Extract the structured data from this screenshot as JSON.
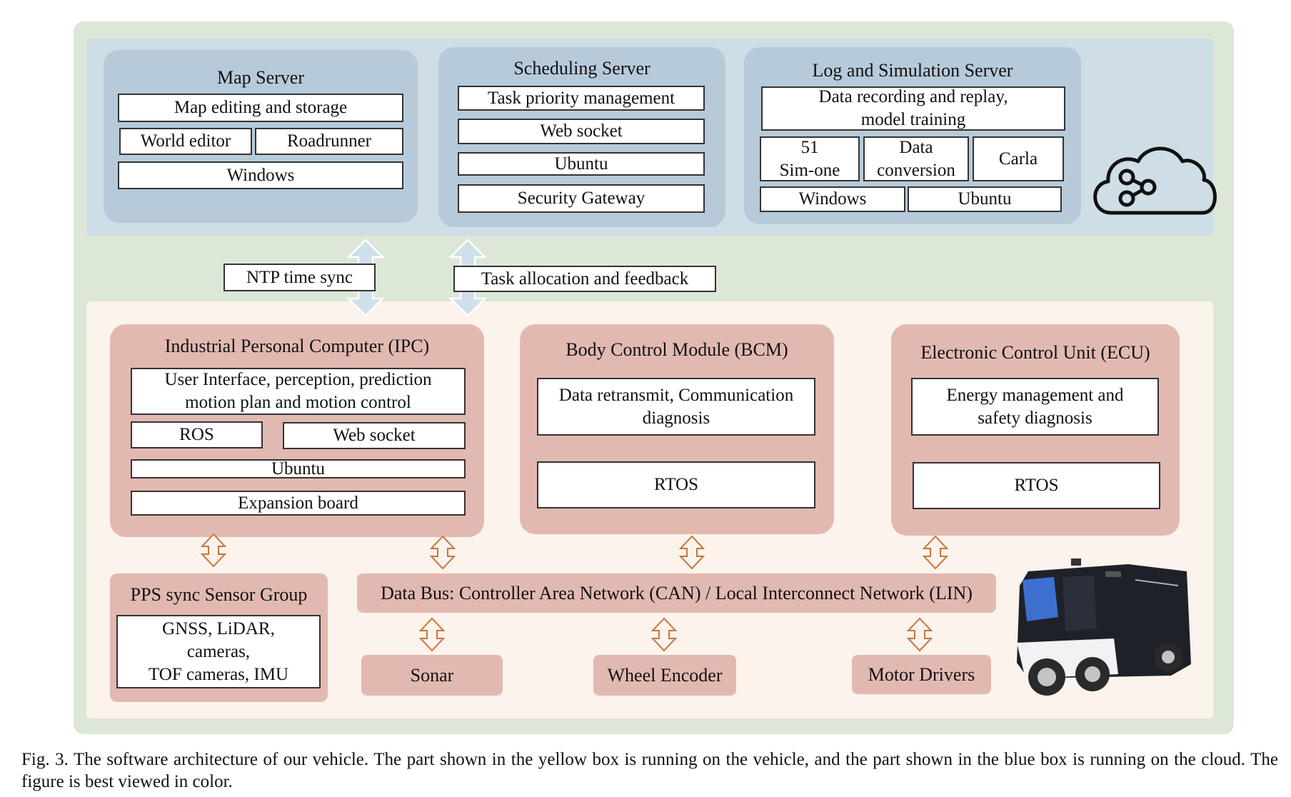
{
  "map_server": {
    "title": "Map Server",
    "storage": "Map editing and storage",
    "world_editor": "World editor",
    "roadrunner": "Roadrunner",
    "os": "Windows"
  },
  "scheduling_server": {
    "title": "Scheduling Server",
    "task_priority": "Task priority management",
    "web_socket": "Web socket",
    "os": "Ubuntu",
    "gateway": "Security Gateway"
  },
  "log_server": {
    "title": "Log and Simulation Server",
    "recording_line1": "Data recording and replay,",
    "recording_line2": "model training",
    "sim_one_line1": "51",
    "sim_one_line2": "Sim-one",
    "conversion_line1": "Data",
    "conversion_line2": "conversion",
    "carla": "Carla",
    "os_windows": "Windows",
    "os_ubuntu": "Ubuntu"
  },
  "links": {
    "ntp": "NTP time sync",
    "task_allocation": "Task allocation and feedback"
  },
  "ipc": {
    "title": "Industrial Personal Computer (IPC)",
    "ui_line1": "User Interface, perception, prediction",
    "ui_line2": "motion plan and motion control",
    "ros": "ROS",
    "web_socket": "Web socket",
    "os": "Ubuntu",
    "expansion": "Expansion board"
  },
  "bcm": {
    "title": "Body Control Module (BCM)",
    "desc_line1": "Data retransmit, Communication",
    "desc_line2": "diagnosis",
    "rtos": "RTOS"
  },
  "ecu": {
    "title": "Electronic Control Unit (ECU)",
    "desc_line1": "Energy management and",
    "desc_line2": "safety diagnosis",
    "rtos": "RTOS"
  },
  "sensor_group": {
    "title": "PPS sync Sensor Group",
    "line1": "GNSS, LiDAR,",
    "line2": "cameras,",
    "line3": "TOF cameras, IMU"
  },
  "data_bus": "Data Bus: Controller Area Network (CAN) / Local Interconnect Network (LIN)",
  "devices": {
    "sonar": "Sonar",
    "wheel_encoder": "Wheel Encoder",
    "motor_drivers": "Motor Drivers"
  },
  "caption": "Fig. 3.  The software architecture of our vehicle. The part shown in the yellow box is running on the vehicle, and the part shown in the blue box is running on the cloud. The figure is best viewed in color.",
  "colors": {
    "outer_background": "#dde7d8",
    "cloud_band": "#cfdde6",
    "server_block": "#b7cad9",
    "vehicle_band": "#fbf3ec",
    "vehicle_block": "#e2b9b1",
    "vehicle_arrow": "#c8743c",
    "cloud_arrow": "#c9dce8"
  },
  "icons": [
    "cloud-share-icon",
    "vehicle-illustration"
  ]
}
